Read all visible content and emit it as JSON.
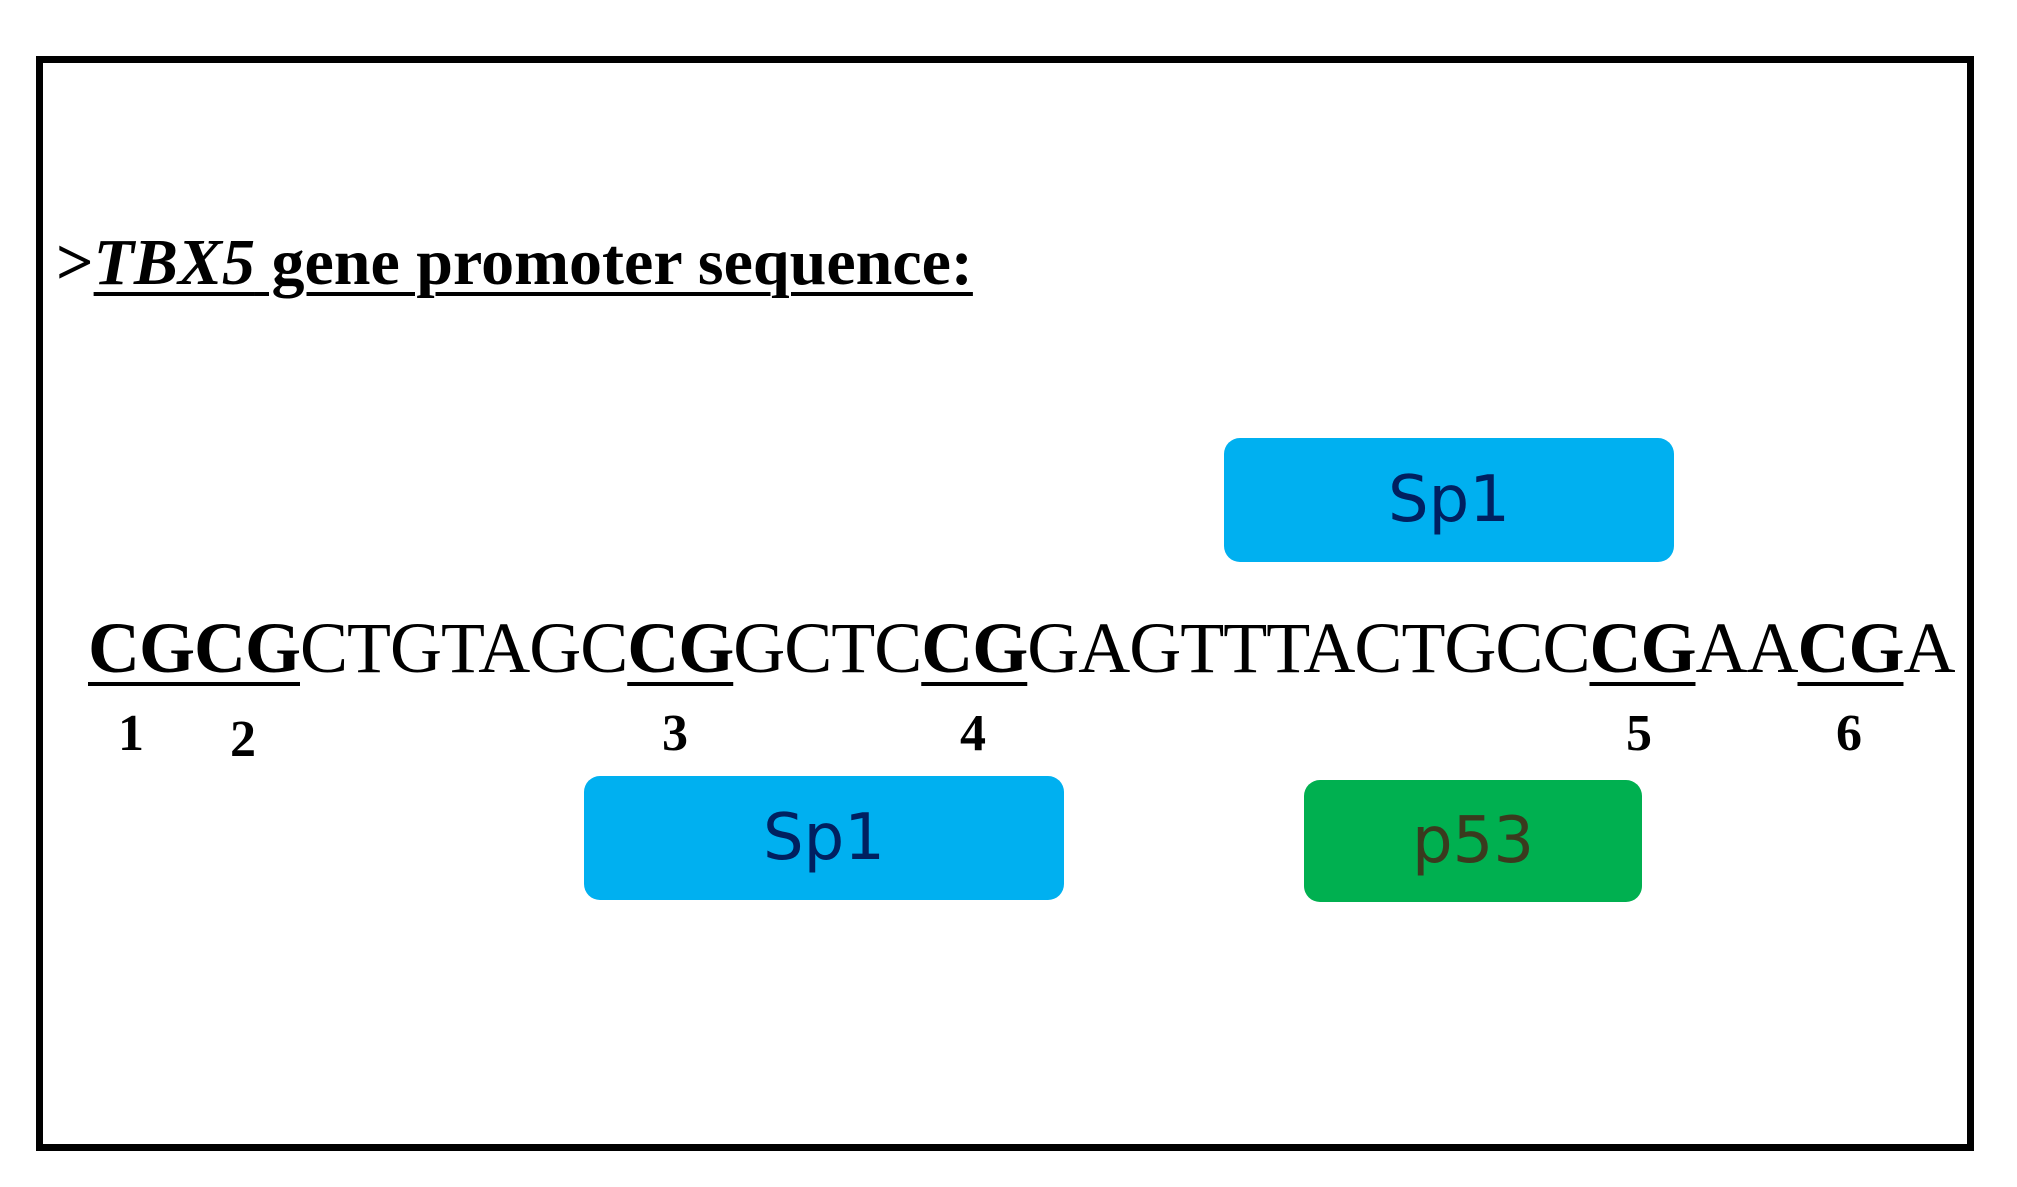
{
  "title": {
    "prefix": ">",
    "gene": "TBX5",
    "rest": " gene promoter sequence:"
  },
  "sequence": [
    {
      "text": "CG",
      "cpg": true
    },
    {
      "text": "CG",
      "cpg": true
    },
    {
      "text": "CTGTAGC",
      "cpg": false
    },
    {
      "text": "CG",
      "cpg": true
    },
    {
      "text": "GCTC",
      "cpg": false
    },
    {
      "text": "CG",
      "cpg": true
    },
    {
      "text": "GAGTTTACTGCC",
      "cpg": false
    },
    {
      "text": "CG",
      "cpg": true
    },
    {
      "text": "AA",
      "cpg": false
    },
    {
      "text": "CG",
      "cpg": true
    },
    {
      "text": "A",
      "cpg": false
    }
  ],
  "site_numbers": [
    "1",
    "2",
    "3",
    "4",
    "5",
    "6"
  ],
  "binding_sites": [
    {
      "label": "Sp1",
      "fill": "#00B0F0",
      "text_color": "#002060"
    },
    {
      "label": "Sp1",
      "fill": "#00B0F0",
      "text_color": "#002060"
    },
    {
      "label": "p53",
      "fill": "#00B050",
      "text_color": "#3A3A1E"
    }
  ],
  "colors": {
    "frame": "#000000",
    "background": "#FFFFFF"
  }
}
